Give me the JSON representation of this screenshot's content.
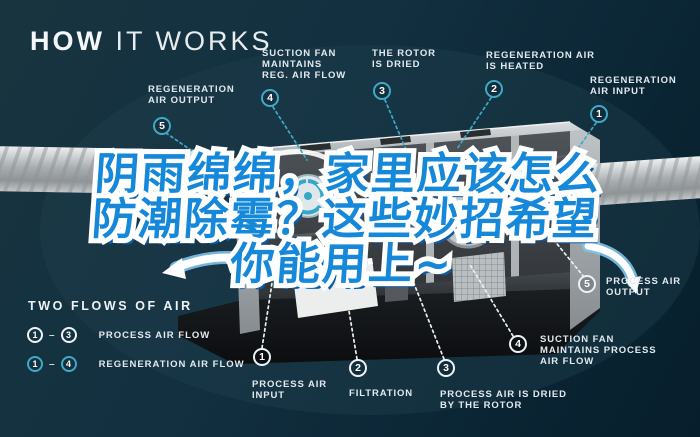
{
  "colors": {
    "background": "#0d2836",
    "accent_teal": "#3fa9c6",
    "label_text": "#e2eaef",
    "watermark_fill": "#1588da",
    "watermark_outline": "#ffffff",
    "watermark_shadow": "#0b5ca8"
  },
  "title": {
    "bold": "HOW",
    "light": "IT WORKS"
  },
  "watermark": {
    "line1": "阴雨绵绵，家里应该怎么",
    "line2": "防潮除霉？这些妙招希望",
    "line3": "你能用上~"
  },
  "callouts": {
    "reg_output": {
      "num": "5",
      "text": "REGENERATION\nAIR OUTPUT"
    },
    "reg_suction": {
      "num": "4",
      "text": "SUCTION FAN\nMAINTAINS\nREG. AIR FLOW"
    },
    "rotor_dried": {
      "num": "3",
      "text": "THE ROTOR\nIS DRIED"
    },
    "reg_heated": {
      "num": "2",
      "text": "REGENERATION AIR\nIS HEATED"
    },
    "reg_input": {
      "num": "1",
      "text": "REGENERATION\nAIR INPUT"
    },
    "process_output": {
      "num": "5",
      "text": "PROCESS AIR\nOUTPUT"
    },
    "process_input": {
      "num": "1",
      "text": "PROCESS AIR\nINPUT"
    },
    "filtration": {
      "num": "2",
      "text": "FILTRATION"
    },
    "process_dried": {
      "num": "3",
      "text": "PROCESS AIR IS DRIED\nBY THE ROTOR"
    },
    "process_suction": {
      "num": "4",
      "text": "SUCTION FAN\nMAINTAINS PROCESS\nAIR FLOW"
    }
  },
  "legend": {
    "title": "TWO FLOWS OF AIR",
    "process": {
      "from": "1",
      "dash": "–",
      "to": "3",
      "label": "PROCESS AIR FLOW"
    },
    "regeneration": {
      "from": "1",
      "dash": "–",
      "to": "4",
      "label": "REGENERATION AIR FLOW"
    }
  }
}
